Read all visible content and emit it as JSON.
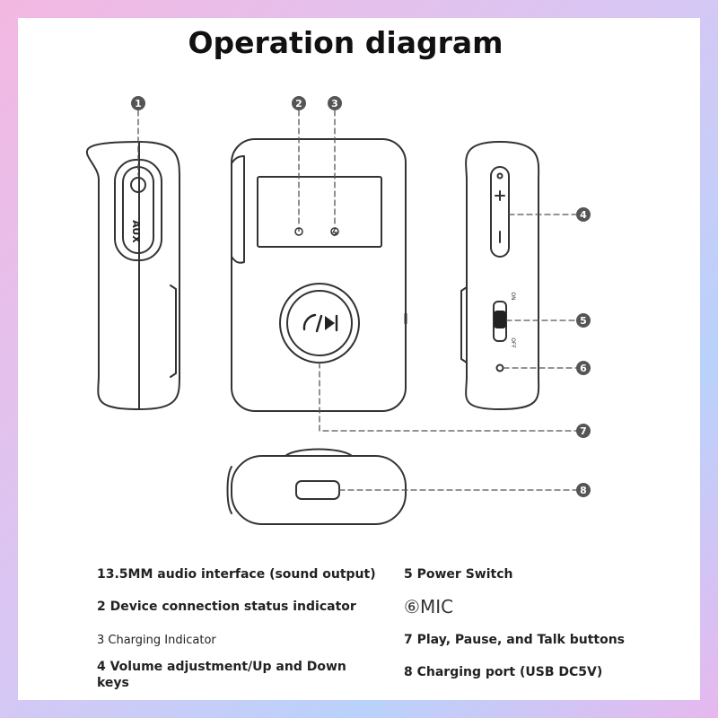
{
  "title": "Operation diagram",
  "device": {
    "aux_label": "AUX",
    "switch_on": "ON",
    "switch_off": "OFF",
    "volume_plus": "+",
    "volume_minus": "−"
  },
  "callouts": [
    "1",
    "2",
    "3",
    "4",
    "5",
    "6",
    "7",
    "8"
  ],
  "legend": {
    "item1": "13.5MM audio interface (sound output)",
    "item2": "2 Device connection status indicator",
    "item3": "3 Charging Indicator",
    "item4": "4 Volume adjustment/Up and Down keys",
    "item5": "5 Power Switch",
    "item6_marker": "⑥",
    "item6_text": "MIC",
    "item7": "7 Play, Pause, and Talk buttons",
    "item8": "8 Charging port (USB DC5V)"
  }
}
